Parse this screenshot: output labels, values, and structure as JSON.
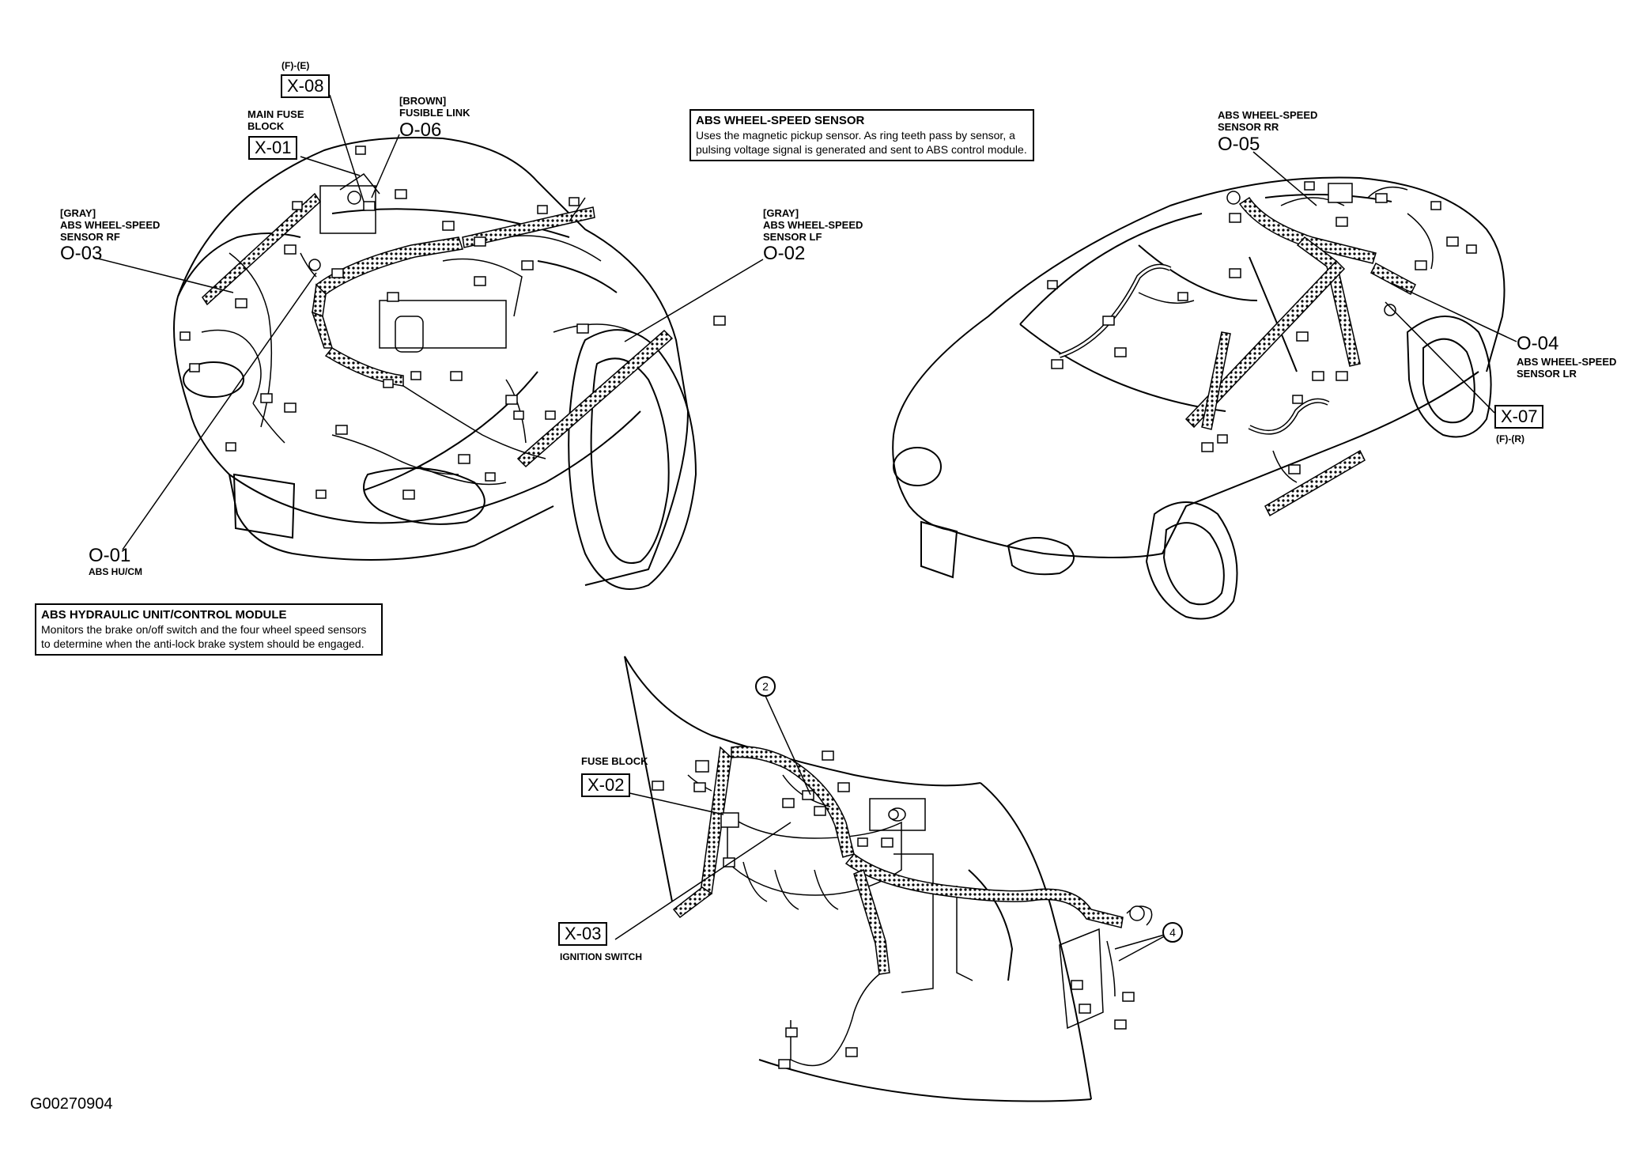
{
  "callouts": {
    "x08_note": "(F)-(E)",
    "x08": "X-08",
    "main_fuse_block": "MAIN FUSE BLOCK",
    "x01": "X-01",
    "brown": "[BROWN]",
    "fusible_link": "FUSIBLE LINK",
    "o06": "O-06",
    "rf_color": "[GRAY]",
    "rf_name": "ABS WHEEL-SPEED SENSOR RF",
    "o03": "O-03",
    "lf_color": "[GRAY]",
    "lf_name": "ABS WHEEL-SPEED SENSOR LF",
    "o02": "O-02",
    "o01": "O-01",
    "hucm": "ABS HU/CM",
    "rr_name": "ABS WHEEL-SPEED SENSOR RR",
    "o05": "O-05",
    "o04": "O-04",
    "lr_name": "ABS WHEEL-SPEED SENSOR LR",
    "x07": "X-07",
    "x07_note": "(F)-(R)",
    "fuse_block": "FUSE BLOCK",
    "x02": "X-02",
    "x03": "X-03",
    "ignition": "IGNITION SWITCH",
    "num2": "2",
    "num4": "4"
  },
  "info_boxes": {
    "sensor": {
      "title": "ABS WHEEL-SPEED SENSOR",
      "body": "Uses the magnetic pickup sensor. As ring teeth pass by sensor, a pulsing voltage signal is generated and sent to ABS control module."
    },
    "module": {
      "title": "ABS HYDRAULIC UNIT/CONTROL MODULE",
      "body": "Monitors the brake on/off switch and the four wheel speed sensors to determine when the anti-lock brake system should be engaged."
    }
  },
  "figure_id": "G00270904"
}
